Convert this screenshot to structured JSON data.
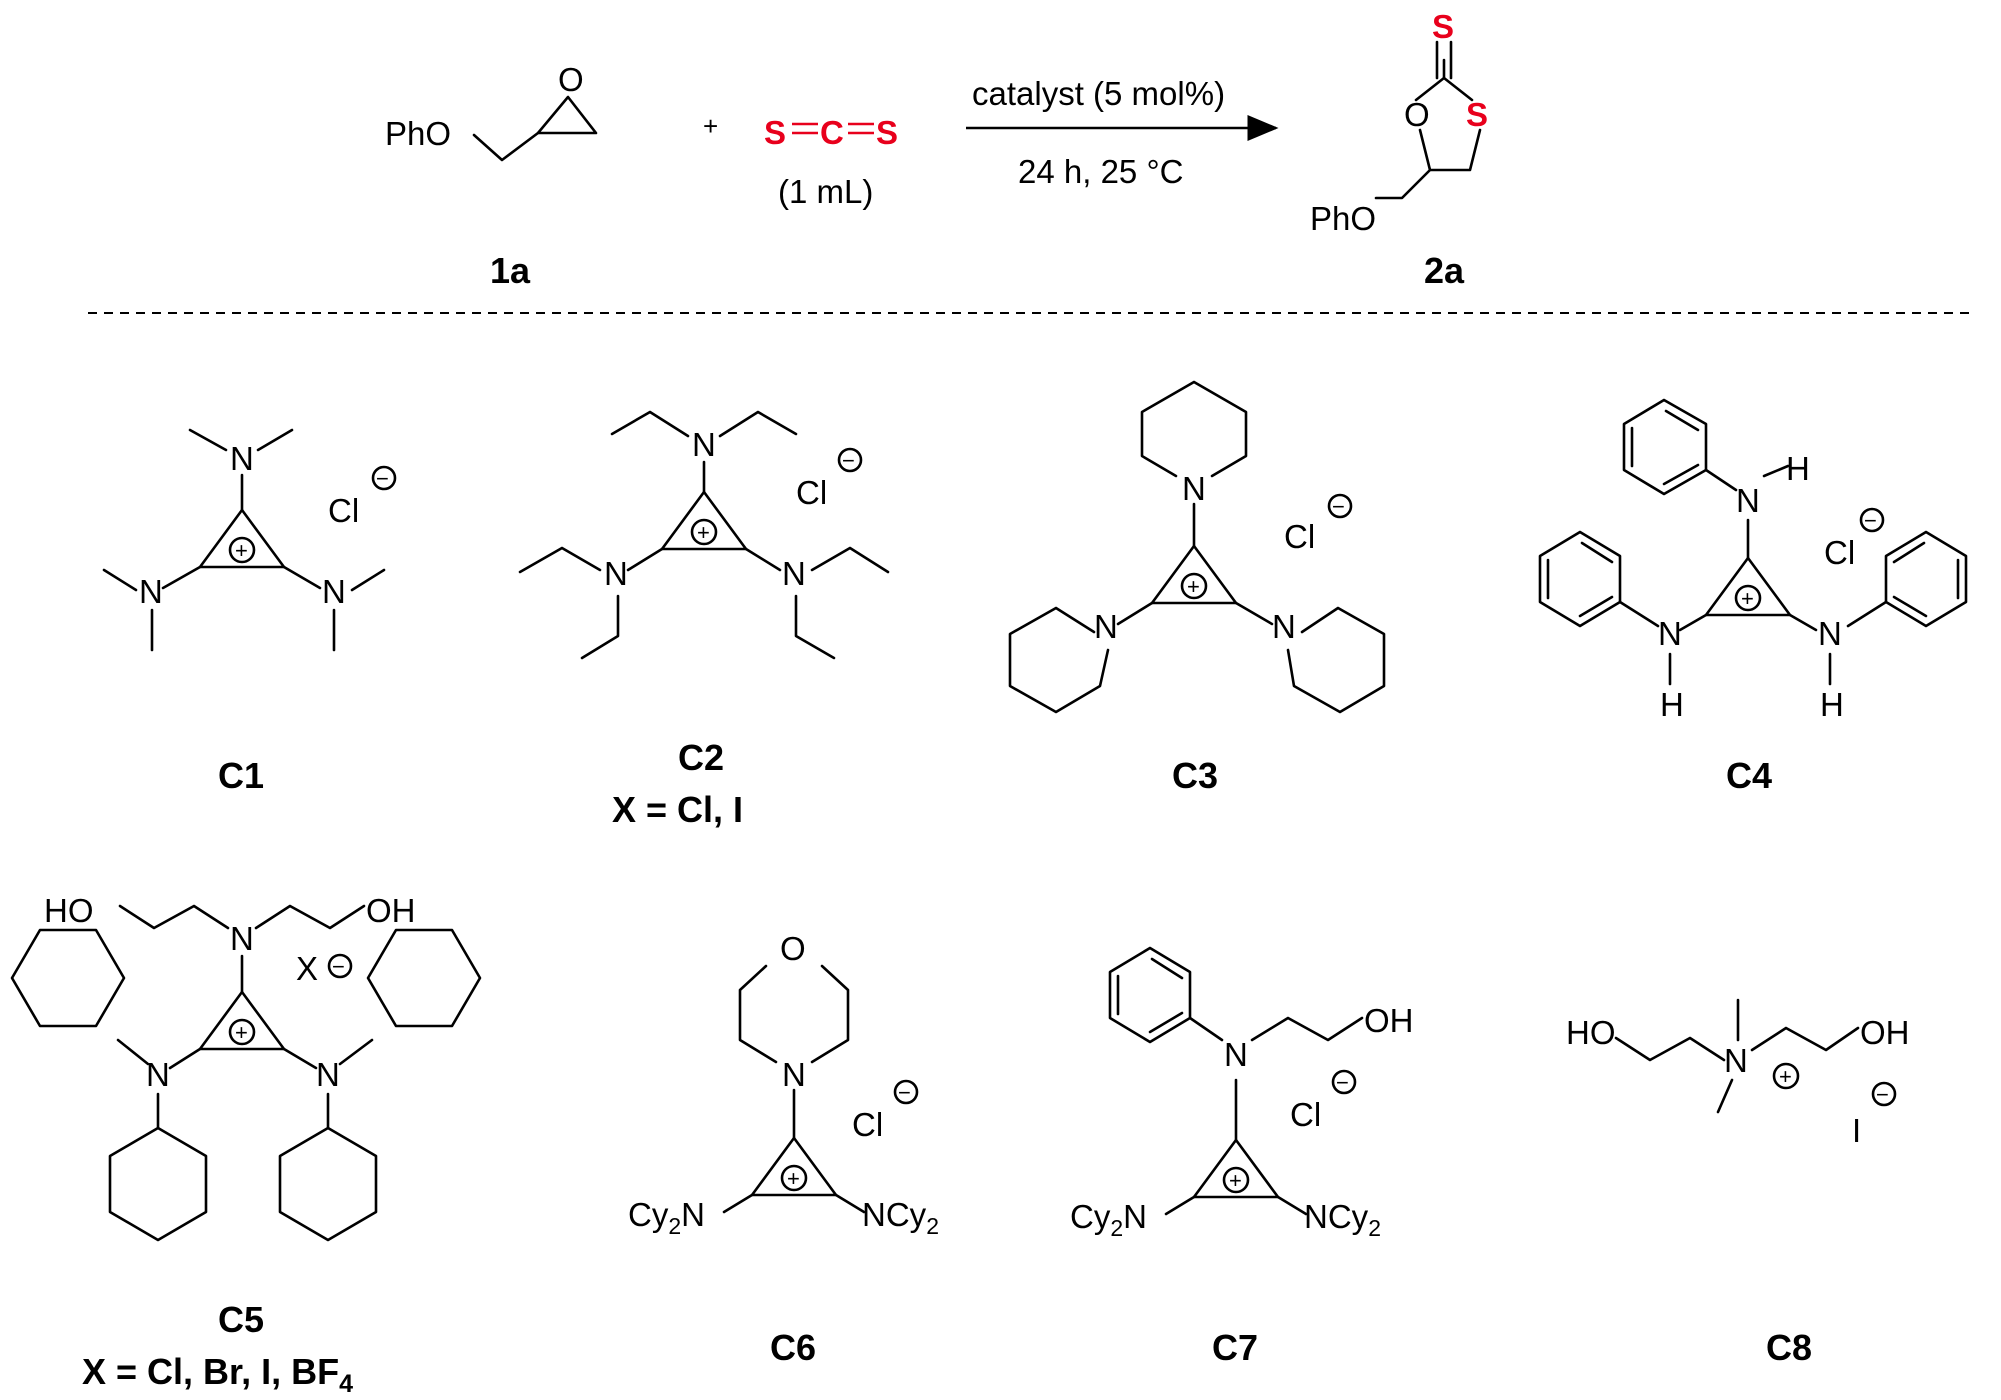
{
  "reaction": {
    "reactant_label": "1a",
    "reactant_group": "PhO",
    "epoxide_O": "O",
    "plus": "+",
    "cs2": {
      "atom1": "S",
      "atom2": "C",
      "atom3": "S",
      "amount": "(1 mL)",
      "color": "#e8001c"
    },
    "conditions_above": "catalyst (5 mol%)",
    "conditions_below": "24 h, 25 °C",
    "product_label": "2a",
    "product_group": "PhO",
    "product_ring_O": "O",
    "product_ring_S": "S",
    "product_exo_S": "S"
  },
  "atoms": {
    "N": "N",
    "H": "H",
    "Cl": "Cl",
    "X": "X",
    "I": "I",
    "O": "O",
    "HO": "HO",
    "OH": "OH",
    "Cy2N_left": "Cy",
    "Cy2N_left_sub": "2",
    "Cy2N_left_N": "N",
    "NCy2_right_N": "N",
    "NCy2_right": "Cy",
    "NCy2_right_sub": "2",
    "plus_charge": "+",
    "minus_charge": "−"
  },
  "catalysts": [
    {
      "id": "C1",
      "note": ""
    },
    {
      "id": "C2",
      "note": "X = Cl, I"
    },
    {
      "id": "C3",
      "note": ""
    },
    {
      "id": "C4",
      "note": ""
    },
    {
      "id": "C5",
      "note_prefix": "X = Cl, Br, I, BF",
      "note_sub": "4"
    },
    {
      "id": "C6",
      "note": ""
    },
    {
      "id": "C7",
      "note": ""
    },
    {
      "id": "C8",
      "note": ""
    }
  ]
}
